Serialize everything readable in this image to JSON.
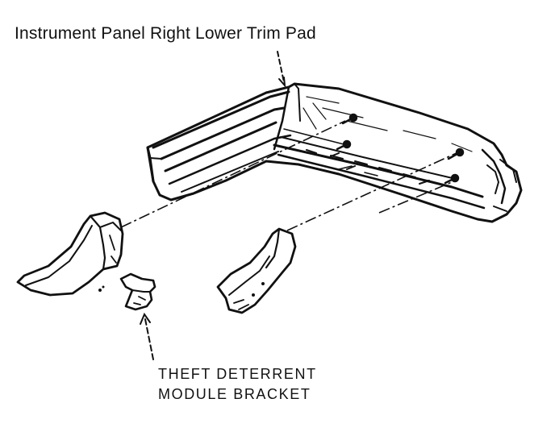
{
  "labels": {
    "trim_pad": "Instrument Panel Right Lower Trim Pad",
    "bracket_line1": "THEFT DETERRENT",
    "bracket_line2": "MODULE BRACKET"
  },
  "colors": {
    "ink": "#111111",
    "paper": "#ffffff"
  }
}
